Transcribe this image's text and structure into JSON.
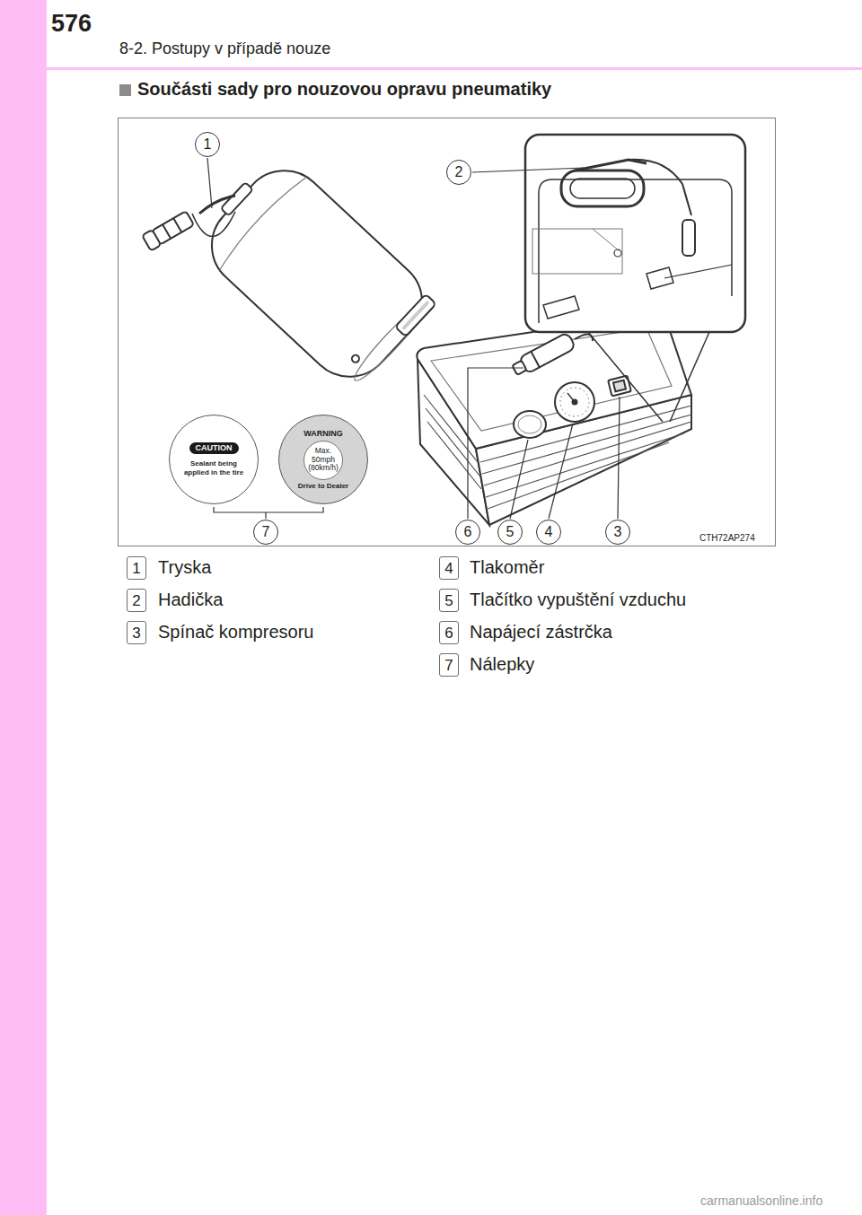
{
  "diagram": {
    "title": "Součásti sady pro nouzovou opravu pneumatiky",
    "nodes": [
      {
        "text": [
          "1"
        ]
      },
      {
        "text": [
          "2"
        ]
      },
      {
        "text": [
          "CAUTION",
          "Sealant being applied in the tire"
        ]
      },
      {
        "text": [
          "WARNING",
          "Max. 50mph (80km/h)",
          "Drive to Dealer"
        ]
      },
      {
        "text": [
          "7"
        ]
      },
      {
        "text": [
          "6"
        ]
      },
      {
        "text": [
          "5"
        ]
      },
      {
        "text": [
          "4"
        ]
      },
      {
        "text": [
          "3"
        ]
      },
      {
        "text": [
          "1"
        ]
      },
      {
        "text": [
          "2"
        ]
      },
      {
        "text": [
          "3"
        ]
      },
      {
        "text": [
          "4"
        ]
      },
      {
        "text": [
          "5"
        ]
      },
      {
        "text": [
          "6"
        ]
      },
      {
        "text": [
          "7"
        ]
      }
    ],
    "labels": [
      "576",
      "8-2. Postupy v případě nouze",
      "CTH72AP274",
      "Tryska",
      "Hadička",
      "Spínač kompresoru",
      "Tlakoměr",
      "Tlačítko vypuštění vzduchu",
      "Napájecí zástrčka",
      "Nálepky",
      "carmanualsonline.info"
    ]
  }
}
